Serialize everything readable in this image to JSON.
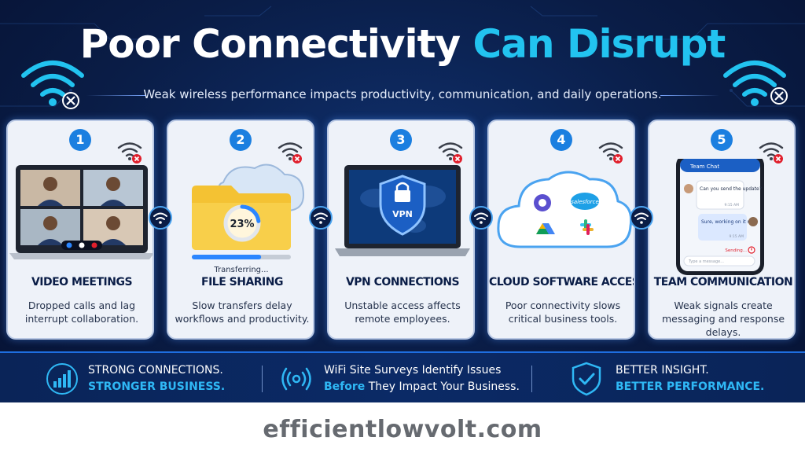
{
  "header": {
    "title_part1": "Poor Connectivity",
    "title_part2": "Can Disrupt",
    "subtitle": "Weak wireless performance impacts productivity, communication, and daily operations."
  },
  "colors": {
    "accent": "#22c3f0",
    "navy": "#0a1d47",
    "badge": "#1b7fe0",
    "alert": "#e01f2c"
  },
  "cards": [
    {
      "number": "1",
      "title": "VIDEO MEETINGS",
      "desc": "Dropped calls and lag interrupt collaboration.",
      "icon": "video-call-laptop-icon"
    },
    {
      "number": "2",
      "title": "FILE SHARING",
      "desc": "Slow transfers delay workflows and productivity.",
      "icon": "folder-cloud-icon",
      "progress_label": "23%",
      "progress_value": 0.23,
      "status": "Transferring..."
    },
    {
      "number": "3",
      "title": "VPN CONNECTIONS",
      "desc": "Unstable access affects remote employees.",
      "icon": "vpn-shield-laptop-icon",
      "shield_label": "VPN"
    },
    {
      "number": "4",
      "title": "CLOUD SOFTWARE ACCESS",
      "desc": "Poor connectivity slows critical business tools.",
      "icon": "cloud-apps-icon",
      "app_label": "salesforce"
    },
    {
      "number": "5",
      "title": "TEAM COMMUNICATION",
      "desc": "Weak signals create messaging and response delays.",
      "icon": "phone-chat-icon",
      "chat": {
        "header": "Team Chat",
        "msg1": "Can you send the update?",
        "time1": "9:15 AM",
        "msg2": "Sure, working on it now.",
        "time2": "9:15 AM",
        "placeholder": "Type a message...",
        "sending": "Sending..."
      }
    }
  ],
  "banner": {
    "item1_line1": "STRONG CONNECTIONS.",
    "item1_line2": "STRONGER BUSINESS.",
    "item2_line1": "WiFi Site Surveys Identify Issues",
    "item2_bold": "Before",
    "item2_rest": " They Impact Your Business.",
    "item3_line1": "BETTER INSIGHT.",
    "item3_line2": "BETTER PERFORMANCE."
  },
  "footer": {
    "domain": "efficientlowvolt.com"
  }
}
